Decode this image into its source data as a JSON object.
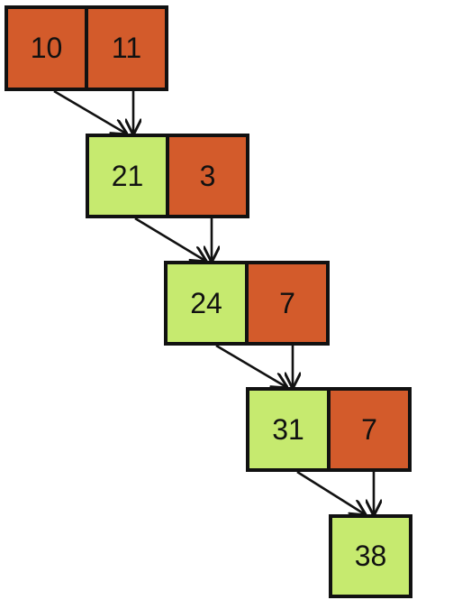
{
  "colors": {
    "orange": "#d35b2b",
    "green": "#c6ea6f",
    "border": "#111111"
  },
  "rows": [
    {
      "cells": [
        {
          "value": "10",
          "color": "orange"
        },
        {
          "value": "11",
          "color": "orange"
        }
      ]
    },
    {
      "cells": [
        {
          "value": "21",
          "color": "green"
        },
        {
          "value": "3",
          "color": "orange"
        }
      ]
    },
    {
      "cells": [
        {
          "value": "24",
          "color": "green"
        },
        {
          "value": "7",
          "color": "orange"
        }
      ]
    },
    {
      "cells": [
        {
          "value": "31",
          "color": "green"
        },
        {
          "value": "7",
          "color": "orange"
        }
      ]
    },
    {
      "cells": [
        {
          "value": "38",
          "color": "green"
        }
      ]
    }
  ]
}
